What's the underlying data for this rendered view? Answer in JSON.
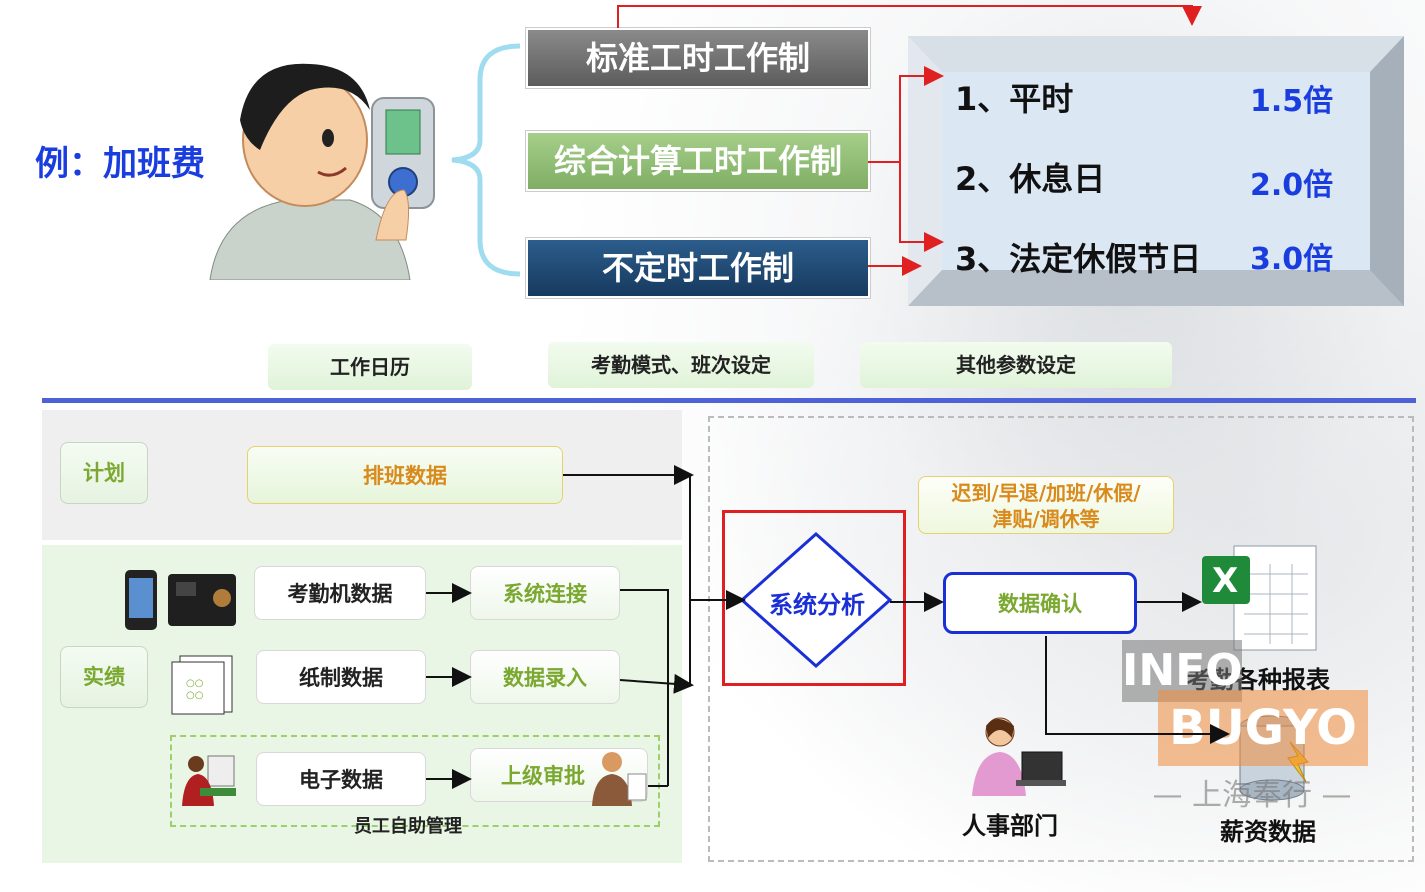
{
  "example_label": "例：加班费",
  "work_systems": {
    "standard": "标准工时工作制",
    "combined": "综合计算工时工作制",
    "irregular": "不定时工作制"
  },
  "overtime_rates": [
    {
      "label": "1、平时",
      "rate": "1.5倍"
    },
    {
      "label": "2、休息日",
      "rate": "2.0倍"
    },
    {
      "label": "3、法定休假节日",
      "rate": "3.0倍"
    }
  ],
  "settings_tabs": [
    "工作日历",
    "考勤模式、班次设定",
    "其他参数设定"
  ],
  "flow": {
    "plan_label": "计划",
    "actual_label": "实绩",
    "schedule_data": "排班数据",
    "attendance_machine_data": "考勤机数据",
    "system_connect": "系统连接",
    "paper_data": "纸制数据",
    "data_entry": "数据录入",
    "electronic_data": "电子数据",
    "supervisor_approval": "上级审批",
    "self_service": "员工自助管理",
    "system_analysis": "系统分析",
    "callout": "迟到/早退/加班/休假/津贴/调休等",
    "data_confirm": "数据确认",
    "reports": "考勤各种报表",
    "hr_department": "人事部门",
    "payroll_data": "薪资数据"
  },
  "watermark": {
    "info": "INFO",
    "bugyo": "BUGYO",
    "company": "— 上海奉行 —"
  },
  "colors": {
    "accent_blue": "#1a3de0",
    "accent_green": "#7aa830",
    "accent_orange": "#d98a1c",
    "arrow_red": "#e02020"
  }
}
